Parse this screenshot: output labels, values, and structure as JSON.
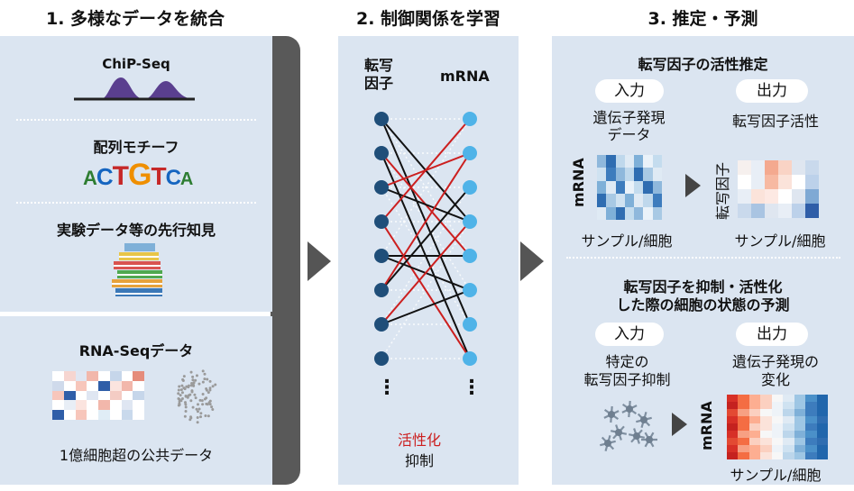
{
  "col1": {
    "heading": "1. 多様なデータを統合",
    "chipseq": "ChiP-Seq",
    "motif_title": "配列モチーフ",
    "motif_letters": [
      {
        "ch": "A",
        "color": "#2e7d32"
      },
      {
        "ch": "C",
        "color": "#1565c0"
      },
      {
        "ch": "T",
        "color": "#c62828"
      },
      {
        "ch": "G",
        "color": "#ef8f00"
      },
      {
        "ch": "T",
        "color": "#c62828"
      },
      {
        "ch": "C",
        "color": "#1565c0"
      },
      {
        "ch": "A",
        "color": "#2e7d32"
      }
    ],
    "knowledge": "実験データ等の先行知見",
    "rnaseq_title": "RNA-Seqデータ",
    "rnaseq_caption": "1億細胞超の公共データ"
  },
  "col2": {
    "heading": "2. 制御関係を学習",
    "left_label": "転写\n因子",
    "right_label": "mRNA",
    "vdots_left": "⋮",
    "vdots_right": "⋮",
    "legend_activate": "活性化",
    "legend_repress": "抑制",
    "colors": {
      "tf": "#1f4e79",
      "mrna": "#4fb3e8",
      "activate": "#cc1f1f",
      "repress": "#111111"
    },
    "edges": [
      {
        "from": 0,
        "to": 3,
        "type": "repress"
      },
      {
        "from": 0,
        "to": 6,
        "type": "repress"
      },
      {
        "from": 1,
        "to": 7,
        "type": "repress"
      },
      {
        "from": 1,
        "to": 4,
        "type": "activate"
      },
      {
        "from": 2,
        "to": 1,
        "type": "activate"
      },
      {
        "from": 2,
        "to": 3,
        "type": "repress"
      },
      {
        "from": 3,
        "to": 7,
        "type": "activate"
      },
      {
        "from": 3,
        "to": 0,
        "type": "activate"
      },
      {
        "from": 4,
        "to": 4,
        "type": "repress"
      },
      {
        "from": 4,
        "to": 5,
        "type": "repress"
      },
      {
        "from": 5,
        "to": 2,
        "type": "repress"
      },
      {
        "from": 5,
        "to": 1,
        "type": "activate"
      },
      {
        "from": 6,
        "to": 5,
        "type": "repress"
      },
      {
        "from": 6,
        "to": 3,
        "type": "activate"
      }
    ]
  },
  "col3": {
    "heading": "3. 推定・予測",
    "sec1_title": "転写因子の活性推定",
    "input": "入力",
    "output": "出力",
    "gene_expression": "遺伝子発現\nデータ",
    "tf_activity": "転写因子活性",
    "mrna": "mRNA",
    "tf_axis": "転写因子",
    "sample_cell": "サンプル/細胞",
    "sec2_title": "転写因子を抑制・活性化\nした際の細胞の状態の予測",
    "specific_tf": "特定の\n転写因子抑制",
    "expr_change": "遺伝子発現の\n変化"
  },
  "heatmaps": {
    "rnaseq": {
      "cols": 8,
      "cells": [
        "#ffffff",
        "#f6d5d0",
        "#dfe6f2",
        "#f2b7ab",
        "#ffffff",
        "#c6d6ea",
        "#ffffff",
        "#e58c7b",
        "#cfdaeb",
        "#ffffff",
        "#f7c6bb",
        "#ffffff",
        "#2f5ea8",
        "#fbe4df",
        "#f2b7ab",
        "#ffffff",
        "#f7c6bb",
        "#2f5ea8",
        "#ffffff",
        "#dfe6f2",
        "#ffffff",
        "#f4ccc4",
        "#ffffff",
        "#c6d6ea",
        "#ffffff",
        "#e8eef6",
        "#fbe4df",
        "#ffffff",
        "#f2b7ab",
        "#ffffff",
        "#dfe6f2",
        "#ffffff",
        "#2f5ea8",
        "#ffffff",
        "#f7c6bb",
        "#ffffff",
        "#e0edf6",
        "#ffffff",
        "#c9d9ec",
        "#ffffff"
      ]
    },
    "expr": {
      "cols": 7,
      "cells": [
        "#8fb8dc",
        "#2f6db1",
        "#bfd8ec",
        "#dfeaf4",
        "#7fb0d8",
        "#eaf2f9",
        "#c4dcee",
        "#cfe2f1",
        "#3d7cbd",
        "#8fb8dc",
        "#bfd8ec",
        "#2f6db1",
        "#a8c9e4",
        "#dfeaf4",
        "#7fb0d8",
        "#dfeaf4",
        "#3d7cbd",
        "#eaf2f9",
        "#c4dcee",
        "#2f6db1",
        "#8fb8dc",
        "#2f6db1",
        "#a8c9e4",
        "#cfe2f1",
        "#7fb0d8",
        "#dfeaf4",
        "#bfd8ec",
        "#3d7cbd",
        "#dfeaf4",
        "#7fb0d8",
        "#2f6db1",
        "#c4dcee",
        "#8fb8dc",
        "#eaf2f9",
        "#a8c9e4"
      ]
    },
    "tfact": {
      "cols": 6,
      "cells": [
        "#f6f0ee",
        "#e8eef6",
        "#f4a98f",
        "#f9d3c5",
        "#dfe6f0",
        "#c9d9ec",
        "#ffffff",
        "#e8eef6",
        "#f7b9a2",
        "#fbe3da",
        "#ffffff",
        "#bcd1ea",
        "#e8eef6",
        "#fbe3da",
        "#fde9e3",
        "#ffffff",
        "#dfe6f0",
        "#7fa9d4",
        "#c9d9ec",
        "#a9c4e2",
        "#dfe6f0",
        "#e8eef6",
        "#bcd1ea",
        "#2f5ea8"
      ]
    },
    "pred": {
      "cols": 9,
      "cells": [
        "#d73027",
        "#f46d43",
        "#fdae91",
        "#fbd0c0",
        "#f7f7f7",
        "#dfeaf4",
        "#9ec6e4",
        "#4a90c9",
        "#2166ac",
        "#c5221f",
        "#f46d43",
        "#fdae91",
        "#fbd0c0",
        "#eef3f8",
        "#cfe2f1",
        "#9ec6e4",
        "#3d7cbd",
        "#2166ac",
        "#e34a33",
        "#f7a083",
        "#fbd0c0",
        "#f7f7f7",
        "#eef3f8",
        "#bcd6eb",
        "#7fb0d8",
        "#3d7cbd",
        "#2166ac",
        "#d73027",
        "#f46d43",
        "#fdae91",
        "#fbe3da",
        "#f7f7f7",
        "#dfeaf4",
        "#9ec6e4",
        "#4a90c9",
        "#2f6db1",
        "#c5221f",
        "#f46d43",
        "#fbd0c0",
        "#fbe3da",
        "#eef3f8",
        "#cfe2f1",
        "#9ec6e4",
        "#3d7cbd",
        "#2166ac",
        "#d73027",
        "#f7a083",
        "#fdae91",
        "#f7f7f7",
        "#eef3f8",
        "#bcd6eb",
        "#7fb0d8",
        "#4a90c9",
        "#2166ac",
        "#e34a33",
        "#f46d43",
        "#fbd0c0",
        "#fbe3da",
        "#f7f7f7",
        "#dfeaf4",
        "#9ec6e4",
        "#3d7cbd",
        "#2f6db1",
        "#d73027",
        "#f7a083",
        "#fdae91",
        "#fbd0c0",
        "#eef3f8",
        "#cfe2f1",
        "#7fb0d8",
        "#4a90c9",
        "#2166ac",
        "#c5221f",
        "#f46d43",
        "#fdae91",
        "#fbe3da",
        "#f7f7f7",
        "#bcd6eb",
        "#9ec6e4",
        "#3d7cbd",
        "#2166ac"
      ]
    }
  }
}
